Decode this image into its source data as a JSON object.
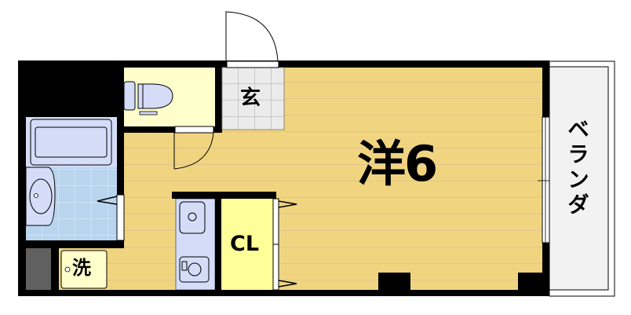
{
  "floor_plan": {
    "rooms": {
      "main_room": {
        "label": "洋6",
        "type": "western-style room",
        "size_jo": 6
      },
      "entrance": {
        "label": "玄"
      },
      "closet": {
        "label": "CL"
      },
      "washer_space": {
        "label": "洗"
      },
      "veranda": {
        "label": "ベランダ"
      }
    },
    "colors": {
      "wall": "#000000",
      "floor_wood": "#f0d480",
      "floor_stripe": "#e0c08a",
      "toilet_floor": "#ffffcc",
      "closet_floor": "#ffff99",
      "entrance_tile": "#eeeeee",
      "bath_tile": "#b8d4ee",
      "fixture": "#d4dcf8",
      "veranda": "#f2f2f2",
      "pipe_space": "#606060"
    }
  }
}
